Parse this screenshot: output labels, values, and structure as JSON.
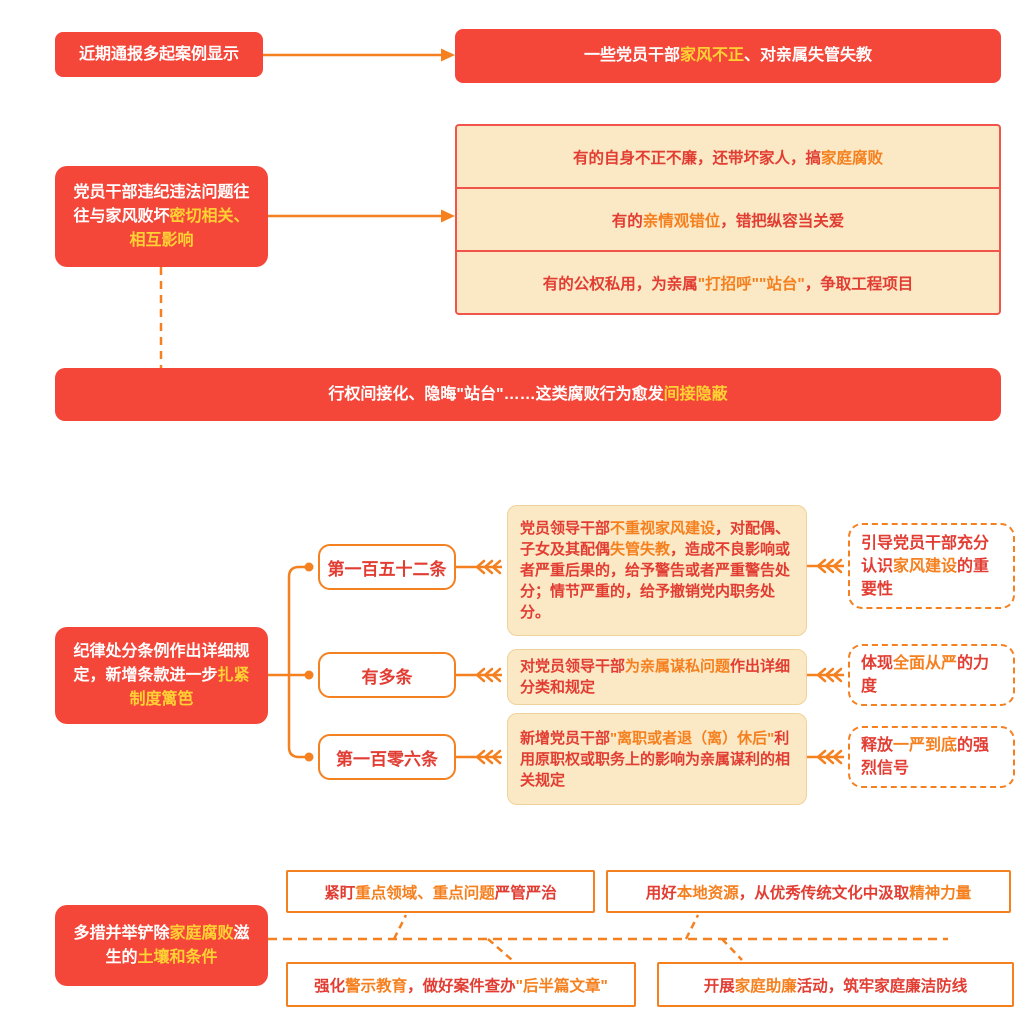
{
  "palette": {
    "red": "#F4473A",
    "yellow": "#FFD234",
    "orange": "#F5801F",
    "text_red": "#E23D33",
    "tan": "#FBE8C4",
    "tan_border": "#EFD29B",
    "row_border": "#F0544B"
  },
  "cases": {
    "lead": {
      "segments": [
        {
          "text": "近期通报多起案例显示"
        }
      ]
    },
    "conclusion": {
      "segments": [
        {
          "text": "一些党员干部"
        },
        {
          "text": "家风不正",
          "hl": "yellow"
        },
        {
          "text": "、对亲属失管失教"
        }
      ]
    }
  },
  "problems": {
    "lead": {
      "segments": [
        {
          "text": "党员干部违纪违法问题往往与家风败坏"
        },
        {
          "text": "密切相关、相互影响",
          "hl": "yellow"
        }
      ]
    },
    "rows": [
      {
        "segments": [
          {
            "text": "有的自身不正不廉，还带坏家人，搞"
          },
          {
            "text": "家庭腐败",
            "hl": "orange"
          }
        ]
      },
      {
        "segments": [
          {
            "text": "有的"
          },
          {
            "text": "亲情观错位",
            "hl": "orange"
          },
          {
            "text": "，错把纵容当关爱"
          }
        ]
      },
      {
        "segments": [
          {
            "text": "有的公权私用，为亲属"
          },
          {
            "text": "\"打招呼\"\"站台\"",
            "hl": "orange"
          },
          {
            "text": "，争取工程项目"
          }
        ]
      }
    ],
    "banner": {
      "segments": [
        {
          "text": "行权间接化、隐晦\"站台\"……这类腐败行为愈发"
        },
        {
          "text": "间接隐蔽",
          "hl": "yellow"
        }
      ]
    }
  },
  "regulations": {
    "lead": {
      "segments": [
        {
          "text": "纪律处分条例作出详细规定，新增条款进一步"
        },
        {
          "text": "扎紧制度篱笆",
          "hl": "yellow"
        }
      ]
    },
    "items": [
      {
        "article": {
          "segments": [
            {
              "text": "第一百五十二条"
            }
          ]
        },
        "detail": {
          "segments": [
            {
              "text": "党员领导干部"
            },
            {
              "text": "不重视家风建设",
              "hl": "orange"
            },
            {
              "text": "，对配偶、子女及其配偶"
            },
            {
              "text": "失管失教",
              "hl": "orange"
            },
            {
              "text": "，造成不良影响或者严重后果的，给予警告或者严重警告处分；情节严重的，给予撤销党内职务处分。"
            }
          ]
        },
        "significance": {
          "segments": [
            {
              "text": "引导党员干部充分认识"
            },
            {
              "text": "家风建设",
              "hl": "orange"
            },
            {
              "text": "的重要性"
            }
          ]
        }
      },
      {
        "article": {
          "segments": [
            {
              "text": "有多条"
            }
          ]
        },
        "detail": {
          "segments": [
            {
              "text": "对党员领导干部"
            },
            {
              "text": "为亲属谋私问题",
              "hl": "orange"
            },
            {
              "text": "作出详细分类和规定"
            }
          ]
        },
        "significance": {
          "segments": [
            {
              "text": "体现"
            },
            {
              "text": "全面从严",
              "hl": "orange"
            },
            {
              "text": "的力度"
            }
          ]
        }
      },
      {
        "article": {
          "segments": [
            {
              "text": "第一百零六条"
            }
          ]
        },
        "detail": {
          "segments": [
            {
              "text": "新增党员干部"
            },
            {
              "text": "\"离职或者退（离）休后\"",
              "hl": "orange"
            },
            {
              "text": "利用原职权或职务上的影响为亲属谋利的相关规定"
            }
          ]
        },
        "significance": {
          "segments": [
            {
              "text": "释放"
            },
            {
              "text": "一严到底",
              "hl": "orange"
            },
            {
              "text": "的强烈信号"
            }
          ]
        }
      }
    ]
  },
  "measures": {
    "lead": {
      "segments": [
        {
          "text": "多措并举铲除"
        },
        {
          "text": "家庭腐败",
          "hl": "yellow"
        },
        {
          "text": "滋生的"
        },
        {
          "text": "土壤和条件",
          "hl": "yellow"
        }
      ]
    },
    "items": [
      {
        "segments": [
          {
            "text": "紧盯"
          },
          {
            "text": "重点领域、重点问题",
            "hl": "orange"
          },
          {
            "text": "严管严治"
          }
        ]
      },
      {
        "segments": [
          {
            "text": "用好"
          },
          {
            "text": "本地资源",
            "hl": "orange"
          },
          {
            "text": "，从优秀传统文化中汲取"
          },
          {
            "text": "精神力量",
            "hl": "orange"
          }
        ]
      },
      {
        "segments": [
          {
            "text": "强化"
          },
          {
            "text": "警示教育",
            "hl": "orange"
          },
          {
            "text": "，做好案件查办"
          },
          {
            "text": "\"后半篇文章\"",
            "hl": "orange"
          }
        ]
      },
      {
        "segments": [
          {
            "text": "开展"
          },
          {
            "text": "家庭助廉",
            "hl": "orange"
          },
          {
            "text": "活动，筑牢家庭廉洁防线"
          }
        ]
      }
    ]
  }
}
